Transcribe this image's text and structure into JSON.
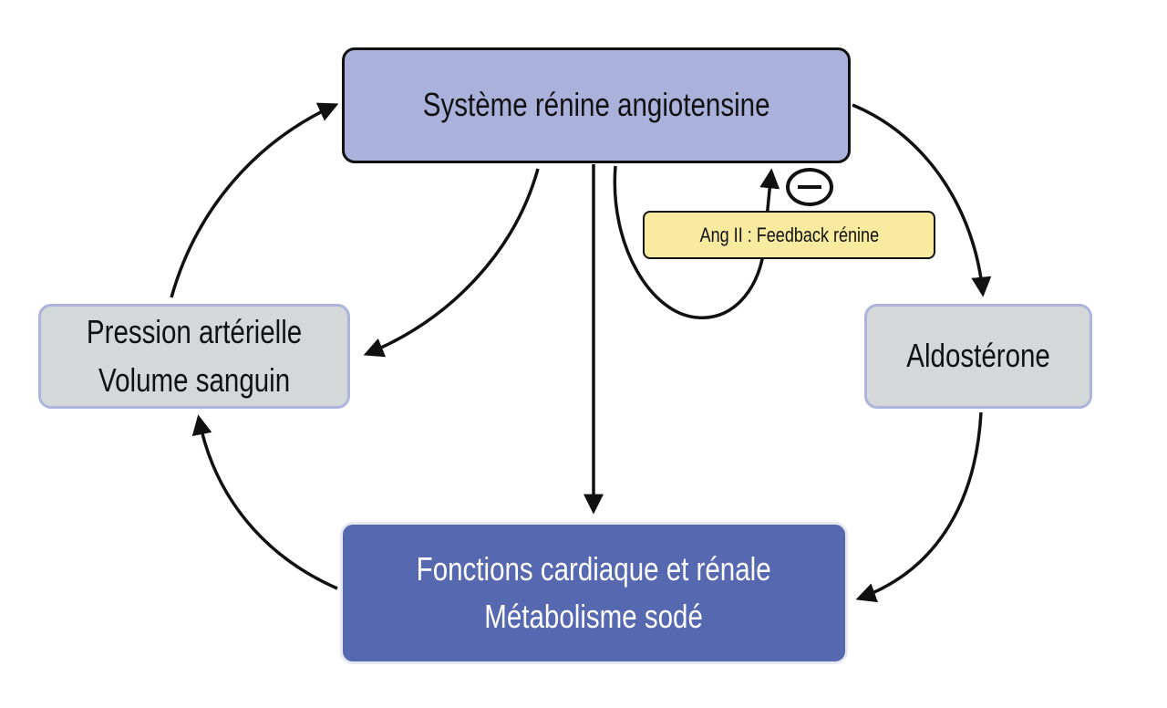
{
  "diagram": {
    "nodes": {
      "ras": {
        "label": "Système rénine angiotensine"
      },
      "pression": {
        "lines": [
          "Pression artérielle",
          "Volume sanguin"
        ]
      },
      "aldosterone": {
        "label": "Aldostérone"
      },
      "fonctions": {
        "lines": [
          "Fonctions cardiaque et rénale",
          "Métabolisme sodé"
        ]
      },
      "feedback": {
        "label": "Ang II : Feedback rénine"
      }
    },
    "edges": [
      {
        "from": "ras",
        "to": "pression"
      },
      {
        "from": "ras",
        "to": "fonctions"
      },
      {
        "from": "ras",
        "to": "aldosterone"
      },
      {
        "from": "aldosterone",
        "to": "fonctions"
      },
      {
        "from": "fonctions",
        "to": "pression"
      },
      {
        "from": "pression",
        "to": "ras"
      },
      {
        "from": "ras",
        "to": "ras",
        "label": "feedback",
        "sign": "negative"
      }
    ],
    "colors": {
      "ras": "#aab2dc",
      "grey_box": "#d5d8d9",
      "fonctions": "#5668b0",
      "feedback": "#f8ea9e",
      "arrow": "#111111"
    }
  }
}
